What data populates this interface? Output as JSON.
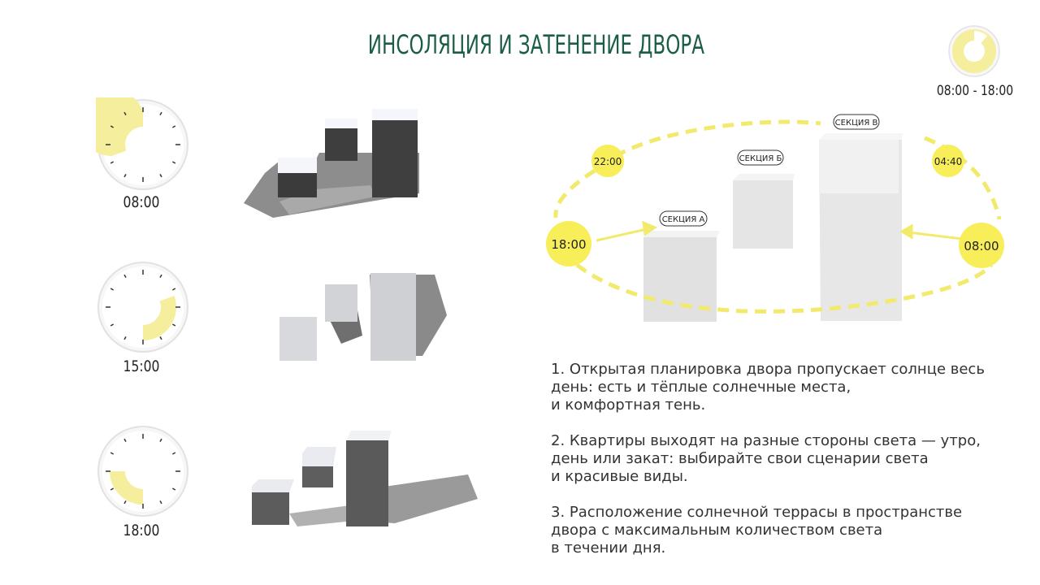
{
  "title": "ИНСОЛЯЦИЯ И ЗАТЕНЕНИЕ ДВОРА",
  "clocks": [
    {
      "label": "08:00"
    },
    {
      "label": "15:00"
    },
    {
      "label": "18:00"
    }
  ],
  "range_label": "08:00 - 18:00",
  "sections": {
    "a": "СЕКЦИЯ А",
    "b": "СЕКЦИЯ Б",
    "c": "СЕКЦИЯ В"
  },
  "sun_times": {
    "t2200": "22:00",
    "t1800": "18:00",
    "t0440": "04:40",
    "t0800": "08:00"
  },
  "points": [
    "1. Открытая планировка двора пропускает солнце весь\nдень: есть и тёплые солнечные места,\nи комфортная тень.",
    "2. Квартиры выходят на разные стороны света — утро,\nдень или закат: выбирайте свои сценарии света\nи красивые виды.",
    "3. Расположение солнечной террасы в пространстве\nдвора с максимальным количеством света\nв течении дня."
  ],
  "colors": {
    "title": "#1b5e45",
    "sun": "#f2ea6d",
    "sun_solid": "#f7ee5a",
    "dark_block": "#3a3a3a"
  }
}
